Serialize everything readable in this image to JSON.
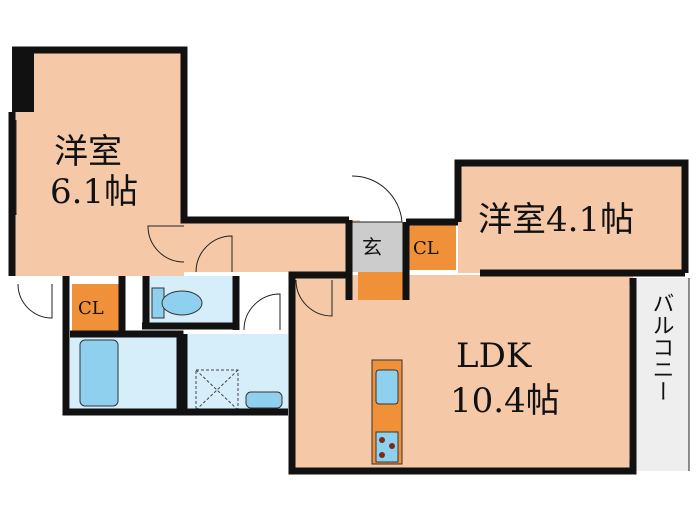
{
  "rooms": {
    "western_a": {
      "name": "洋室",
      "size": "6.1帖"
    },
    "western_b": {
      "label": "洋室4.1帖"
    },
    "ldk": {
      "name": "LDK",
      "size": "10.4帖"
    },
    "closet_left": "CL",
    "closet_right": "CL",
    "entrance": "玄",
    "balcony": "バルコニー"
  },
  "colors": {
    "room": "#f5c9a8",
    "closet": "#f0913a",
    "wet": "#d6eef9",
    "fixture": "#8fd0ee",
    "entrance": "#cccccc",
    "balcony": "#eeeeee",
    "wall": "#111111"
  }
}
